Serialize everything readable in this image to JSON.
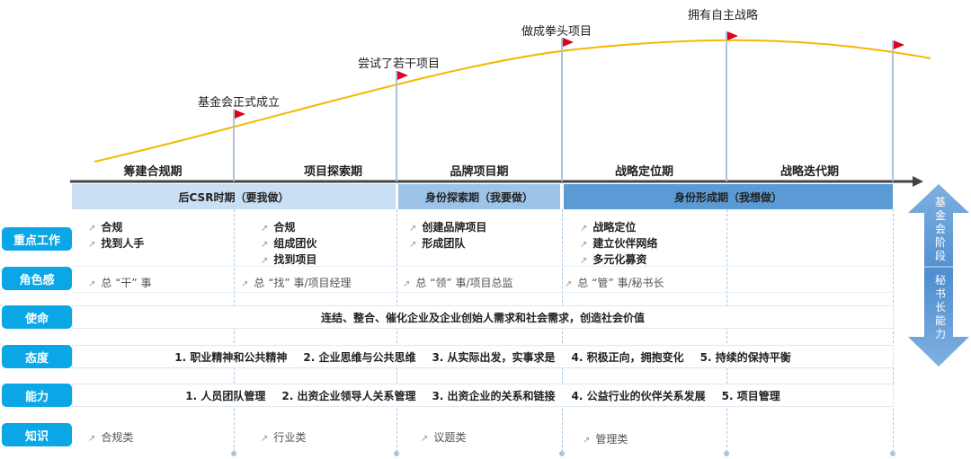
{
  "milestones": [
    "基金会正式成立",
    "尝试了若干项目",
    "做成拳头项目",
    "拥有自主战略"
  ],
  "phases": [
    "筹建合规期",
    "项目探索期",
    "品牌项目期",
    "战略定位期",
    "战略迭代期"
  ],
  "bands": [
    "后CSR时期（要我做）",
    "身份探索期（我要做）",
    "身份形成期（我想做）"
  ],
  "labels": {
    "focus": "重点工作",
    "role": "角色感",
    "mission": "使命",
    "attitude": "态度",
    "ability": "能力",
    "knowledge": "知识"
  },
  "focus": [
    [
      "合规",
      "找到人手"
    ],
    [
      "合规",
      "组成团伙",
      "找到项目"
    ],
    [
      "创建品牌项目",
      "形成团队"
    ],
    [
      "战略定位",
      "建立伙伴网络",
      "多元化募资"
    ]
  ],
  "role": [
    "总 “干” 事",
    "总 “找” 事/项目经理",
    "总 “领” 事/项目总监",
    "总 “管” 事/秘书长"
  ],
  "mission": "连结、整合、催化企业及企业创始人需求和社会需求，创造社会价值",
  "attitude": [
    "1. 职业精神和公共精神",
    "2. 企业思维与公共思维",
    "3. 从实际出发，实事求是",
    "4. 积极正向，拥抱变化",
    "5. 持续的保持平衡"
  ],
  "ability": [
    "1. 人员团队管理",
    "2. 出资企业领导人关系管理",
    "3. 出资企业的关系和链接",
    "4. 公益行业的伙伴关系发展",
    "5. 项目管理"
  ],
  "knowledge": [
    "合规类",
    "行业类",
    "议题类",
    "管理类"
  ],
  "side": {
    "top": "基金会阶段",
    "bottom": "秘书长能力"
  },
  "colors": {
    "label": "#0aa6e6",
    "band1": "#c9dff3",
    "band2": "#9ec3e8",
    "band3": "#5b9bd5",
    "curve": "#f5b800",
    "flag": "#e0001b"
  }
}
